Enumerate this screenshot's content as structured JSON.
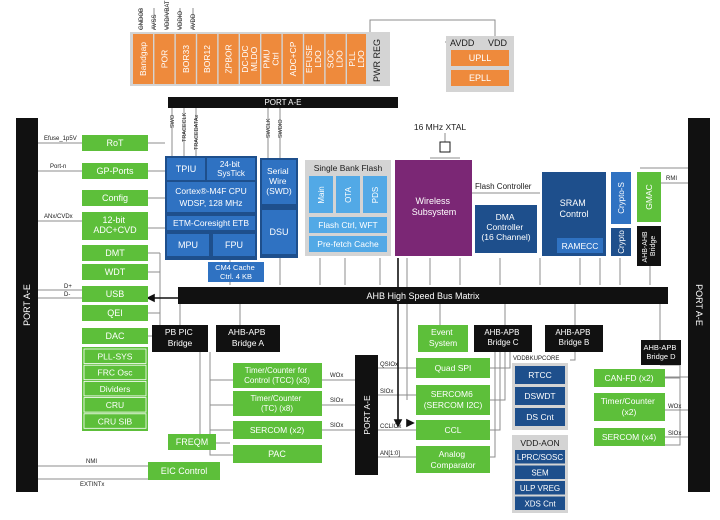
{
  "colors": {
    "orange": "#ee8a3c",
    "green": "#5dbf3a",
    "dark_blue": "#1e4f8c",
    "mid_blue": "#2f72c2",
    "light_blue": "#52a9e6",
    "purple": "#7b2775",
    "black": "#111111",
    "gray": "#d4d4d4",
    "line": "#8c8c8c"
  },
  "top": {
    "pins": [
      "GNDOB",
      "AVSS",
      "VDD/VBAT",
      "VDDIO",
      "AVDD"
    ],
    "power_blocks": [
      "Bandgap",
      "POR",
      "BOR33",
      "BOR12",
      "ZPBOR",
      "DC-DC MLDO",
      "PMU Ctrl",
      "ADC+CP",
      "EFUSE LDO",
      "SOC LDO",
      "PLL LDO"
    ],
    "pwr_reg": "PWR REG",
    "avdd": "AVDD",
    "vdd": "VDD",
    "upll": "UPLL",
    "epll": "EPLL"
  },
  "ports": {
    "top_bar": "PORT A-E",
    "left_bar": "PORT A-E",
    "right_bar": "PORT A-E",
    "middle_bar": "PORT A-E"
  },
  "left": {
    "rot": "RoT",
    "gp_ports": "GP-Ports",
    "config": "Config",
    "adc": "12-bit ADC+CVD",
    "dmt": "DMT",
    "wdt": "WDT",
    "usb": "USB",
    "qei": "QEI",
    "dac": "DAC",
    "stack": [
      "PLL-SYS",
      "FRC Osc",
      "Dividers",
      "CRU",
      "CRU SIB"
    ],
    "freqm": "FREQM",
    "eic": "EIC Control",
    "pac": "PAC"
  },
  "signals": {
    "efuse": "Efuse_1p5V",
    "port_n": "Port-n",
    "anx": "ANx/CVDx",
    "dplus": "D+",
    "dminus": "D-",
    "nmi": "NMI",
    "extint": "EXTINTx",
    "swo": "SWO",
    "traceclk": "TRACECLK",
    "tracedata": "TRACEDATAx",
    "swclk": "SWCLK",
    "swdio": "SWDIO",
    "wox1": "WOx",
    "siox1": "SIOx",
    "siox2": "SIOx",
    "qsiox": "QSIOx",
    "siox3": "SIOx",
    "cclx": "CCLIOx",
    "an": "AN[1:0]",
    "rmi": "RMI",
    "wox2": "WOx",
    "siox4": "SIOx",
    "vddbk": "VDDBKUPCORE"
  },
  "cpu": {
    "tpiu": "TPIU",
    "systick": "24-bit SysTick",
    "core_line1": "Cortex®-M4F CPU",
    "core_line2": "WDSP, 128 MHz",
    "etm": "ETM-Coresight ETB",
    "mpu": "MPU",
    "fpu": "FPU",
    "cache": "CM4 Cache Ctrl. 4 KB",
    "serial_wire": "Serial Wire (SWD)",
    "dsu": "DSU"
  },
  "flash": {
    "title": "Single Bank Flash",
    "banks": [
      "Main",
      "OTA",
      "PDS"
    ],
    "ctrl": "Flash Ctrl, WFT",
    "prefetch": "Pre-fetch Cache"
  },
  "xtal": "16 MHz XTAL",
  "wireless": "Wireless Subsystem",
  "flash_controller": "Flash Controller",
  "dma": "DMA Controller (16 Channel)",
  "sram": "SRAM Control",
  "ramecc": "RAMECC",
  "crypto_s": "Crypto-S",
  "crypto": "Crypto",
  "gmac": "GMAC",
  "ahb_ahb": "AHB-AHB Bridge",
  "bus": "AHB High Speed Bus Matrix",
  "pb_pic": "PB PIC Bridge",
  "bridge_a": "AHB-APB Bridge A",
  "event_system": "Event System",
  "bridge_c": "AHB-APB Bridge C",
  "bridge_b": "AHB-APB Bridge B",
  "bridge_d": "AHB-APB Bridge D",
  "mid": {
    "tcc": "Timer/Counter for Control (TCC) (x3)",
    "tc": "Timer/Counter (TC) (x8)",
    "sercom": "SERCOM (x2)"
  },
  "center": {
    "quad_spi": "Quad SPI",
    "sercom6": "SERCOM6 (SERCOM I2C)",
    "ccl": "CCL",
    "analog": "Analog Comparator"
  },
  "backup": {
    "rtcc": "RTCC",
    "dswdt": "DSWDT",
    "ds_cnt": "DS Cnt"
  },
  "aon": {
    "title": "VDD-AON",
    "items": [
      "LPRC/SOSC",
      "SEM",
      "ULP VREG",
      "XDS Cnt"
    ]
  },
  "right": {
    "canfd": "CAN-FD (x2)",
    "tc": "Timer/Counter (x2)",
    "sercom": "SERCOM (x4)"
  }
}
